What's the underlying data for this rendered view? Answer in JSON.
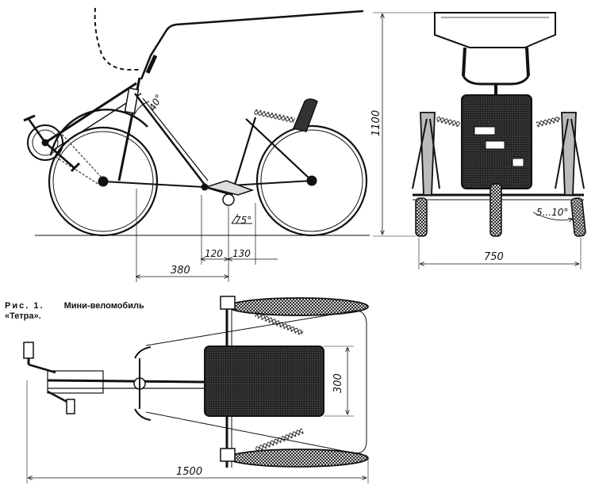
{
  "caption": {
    "figure": "Рис. 1.",
    "title": "Мини-веломобиль",
    "subtitle": "«Тетра»."
  },
  "side_view": {
    "angle_frame": "40°",
    "angle_pedal": "75°",
    "dim_120": "120",
    "dim_130": "130",
    "dim_380": "380"
  },
  "front_view": {
    "height": "1100",
    "width": "750",
    "camber": "5...10°"
  },
  "top_view": {
    "length": "1500",
    "seat_width": "300"
  }
}
